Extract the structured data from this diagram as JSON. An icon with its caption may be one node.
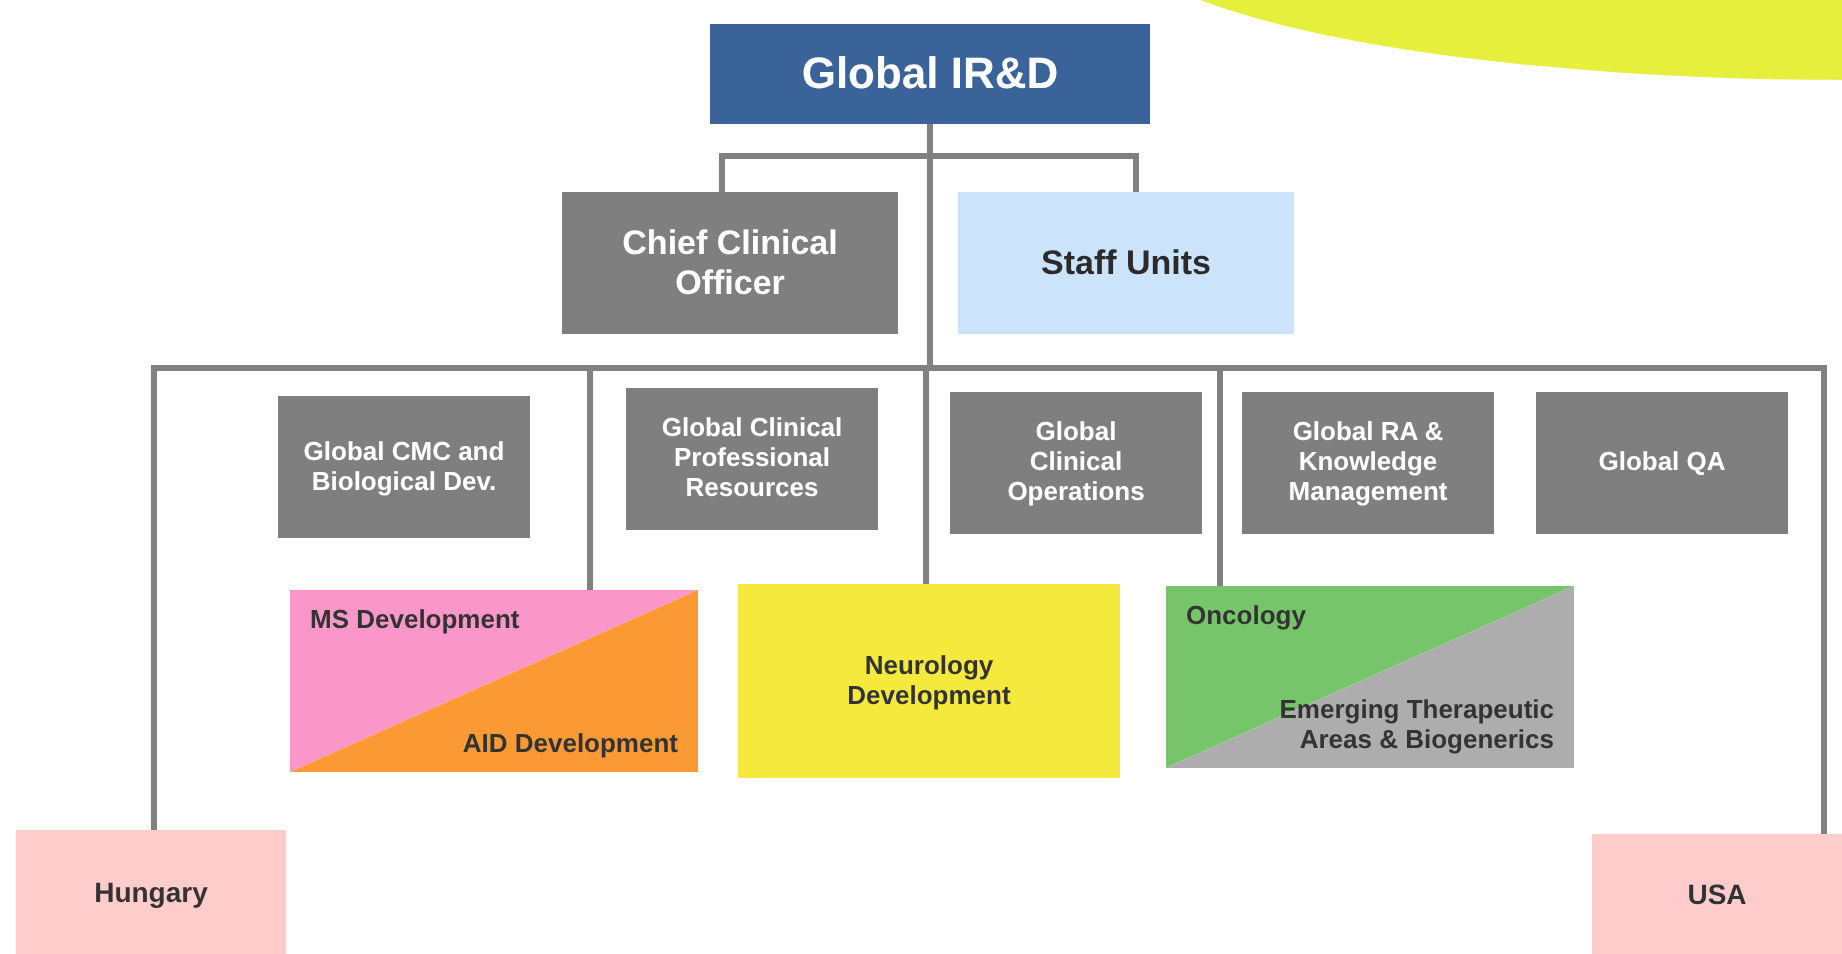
{
  "diagram": {
    "nodes": [
      {
        "text": [
          "Global IR&D"
        ]
      },
      {
        "text": [
          "Chief Clinical Officer"
        ]
      },
      {
        "text": [
          "Staff Units"
        ]
      },
      {
        "text": [
          "Global CMC and Biological Dev."
        ]
      },
      {
        "text": [
          "Global Clinical Professional Resources"
        ]
      },
      {
        "text": [
          "Global Clinical Operations"
        ]
      },
      {
        "text": [
          "Global RA & Knowledge Management"
        ]
      },
      {
        "text": [
          "Global QA"
        ]
      },
      {
        "text": [
          "MS Development",
          "AID Development"
        ]
      },
      {
        "text": [
          "Neurology Development"
        ]
      },
      {
        "text": [
          "Oncology",
          "Emerging Therapeutic Areas & Biogenerics"
        ]
      },
      {
        "text": [
          "Hungary"
        ]
      },
      {
        "text": [
          "USA"
        ]
      }
    ],
    "edges": [
      {
        "from": 0,
        "to": 1,
        "arrow": "none"
      },
      {
        "from": 0,
        "to": 2,
        "arrow": "none"
      },
      {
        "from": 0,
        "to": 11,
        "arrow": "none"
      },
      {
        "from": 0,
        "to": 8,
        "arrow": "none"
      },
      {
        "from": 0,
        "to": 9,
        "arrow": "none"
      },
      {
        "from": 0,
        "to": 10,
        "arrow": "none"
      },
      {
        "from": 0,
        "to": 12,
        "arrow": "none"
      }
    ]
  }
}
